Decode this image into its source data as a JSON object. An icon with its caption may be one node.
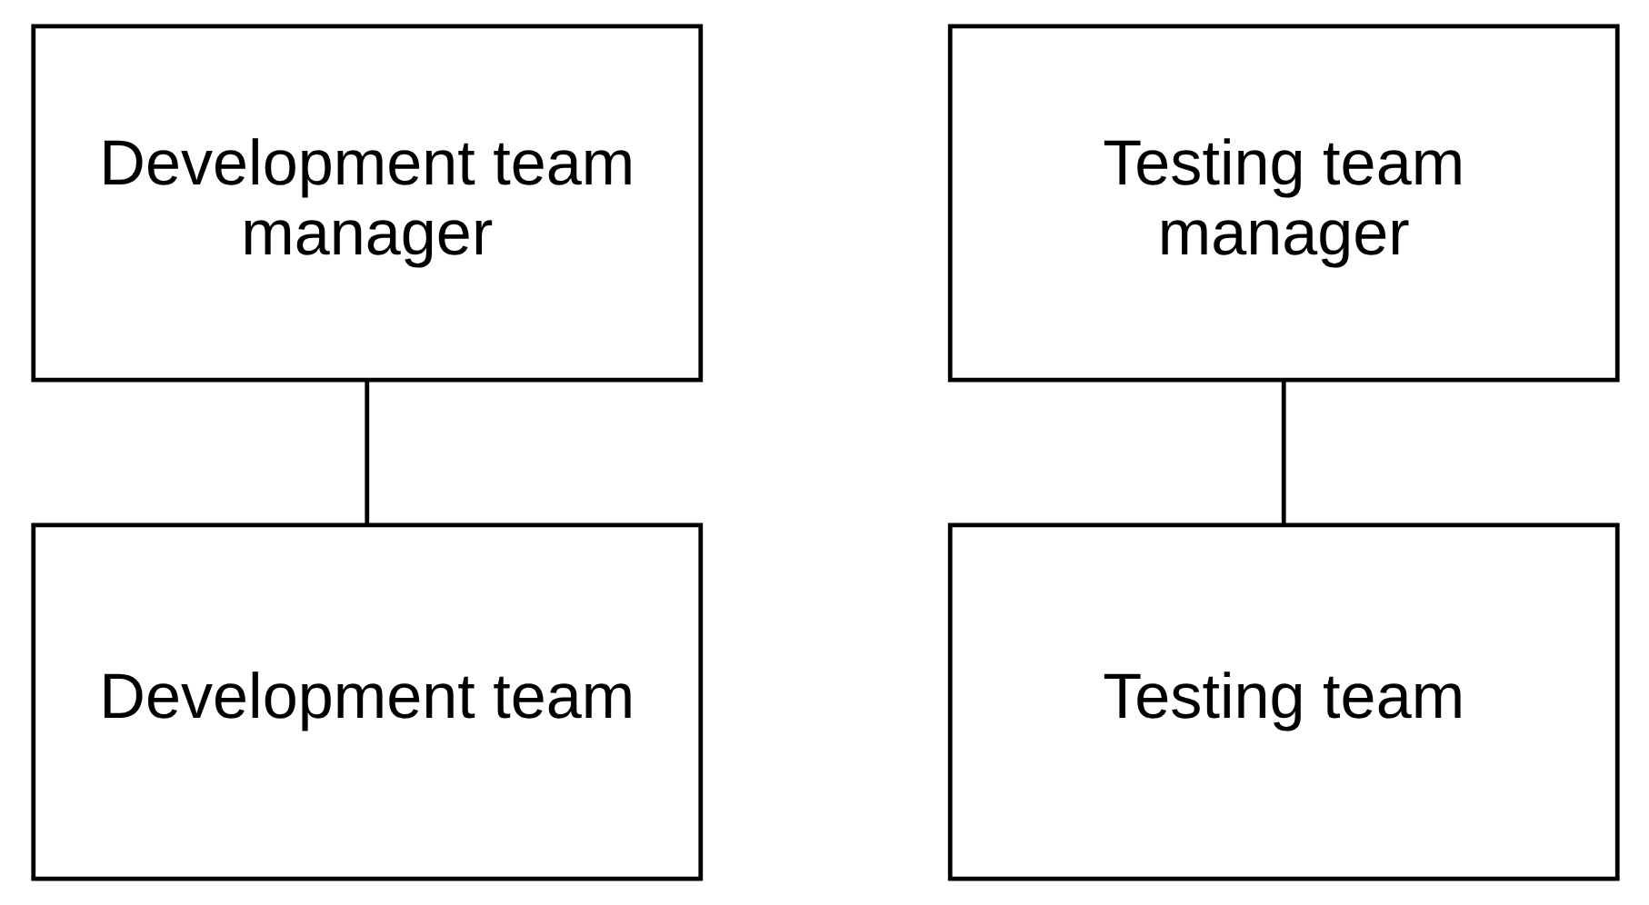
{
  "diagram": {
    "nodes": [
      {
        "text": [
          "Development team manager"
        ]
      },
      {
        "text": [
          "Testing team manager"
        ]
      },
      {
        "text": [
          "Development team"
        ]
      },
      {
        "text": [
          "Testing team"
        ]
      }
    ],
    "edges": [
      {
        "from": 0,
        "to": 2,
        "arrow": "none"
      },
      {
        "from": 1,
        "to": 3,
        "arrow": "none"
      }
    ]
  }
}
